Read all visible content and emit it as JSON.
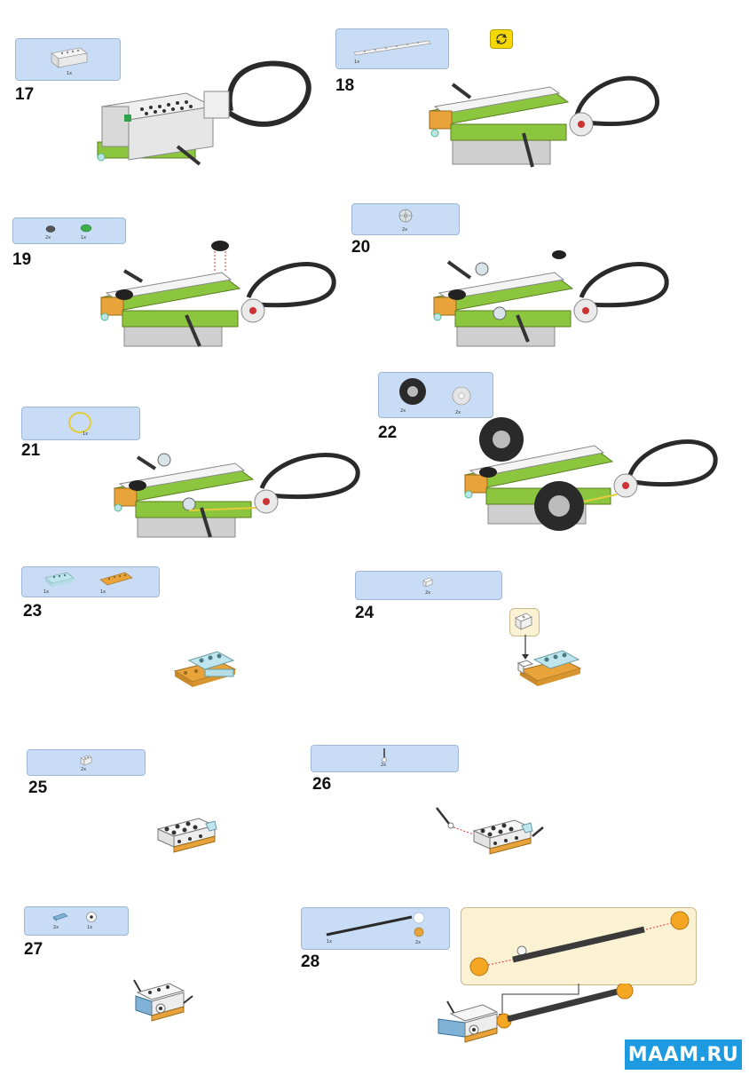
{
  "steps": [
    {
      "number": "17",
      "parts": [
        {
          "qty": "1x",
          "icon": "smarthub-brick-icon"
        }
      ]
    },
    {
      "number": "18",
      "parts": [
        {
          "qty": "1x",
          "icon": "liftarm-beam-icon"
        }
      ],
      "note_icon": "rotate-model-icon"
    },
    {
      "number": "19",
      "parts": [
        {
          "qty": "2x",
          "icon": "round-plate-dark-icon"
        },
        {
          "qty": "1x",
          "icon": "round-plate-green-icon"
        }
      ]
    },
    {
      "number": "20",
      "parts": [
        {
          "qty": "2x",
          "icon": "gear-icon"
        }
      ]
    },
    {
      "number": "21",
      "parts": [
        {
          "qty": "1x",
          "icon": "rubber-band-icon"
        }
      ]
    },
    {
      "number": "22",
      "parts": [
        {
          "qty": "2x",
          "icon": "tire-icon"
        },
        {
          "qty": "2x",
          "icon": "wheel-hub-icon"
        }
      ]
    },
    {
      "number": "23",
      "parts": [
        {
          "qty": "1x",
          "icon": "plate-light-blue-icon"
        },
        {
          "qty": "1x",
          "icon": "plate-orange-icon"
        }
      ]
    },
    {
      "number": "24",
      "parts": [
        {
          "qty": "2x",
          "icon": "white-brick-icon"
        }
      ]
    },
    {
      "number": "25",
      "parts": [
        {
          "qty": "2x",
          "icon": "white-brick-2x2-icon"
        }
      ]
    },
    {
      "number": "26",
      "parts": [
        {
          "qty": "2x",
          "icon": "axle-pin-icon"
        }
      ]
    },
    {
      "number": "27",
      "parts": [
        {
          "qty": "2x",
          "icon": "tile-blue-icon"
        },
        {
          "qty": "1x",
          "icon": "bush-white-icon"
        }
      ]
    },
    {
      "number": "28",
      "parts": [
        {
          "qty": "1x",
          "icon": "long-axle-icon"
        },
        {
          "qty": "2x",
          "icon": "orange-bush-icon"
        }
      ]
    }
  ],
  "watermark": "MAAM.RU",
  "colors": {
    "parts_box": "#c9dcf5",
    "lime": "#8cc63f",
    "orange": "#e8a33a",
    "grey": "#cfcfcf",
    "cable": "#2a2a2a"
  }
}
